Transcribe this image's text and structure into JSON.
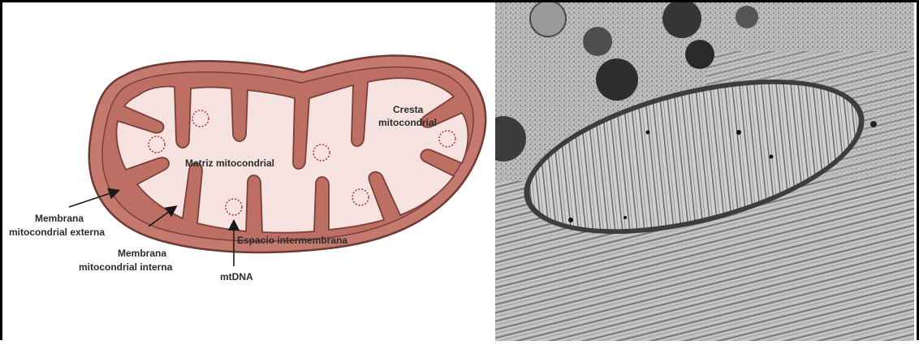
{
  "diagram": {
    "labels": {
      "cresta_line1": "Cresta",
      "cresta_line2": "mitocondrial",
      "matriz": "Matriz mitocondrial",
      "membrana_externa_line1": "Membrana",
      "membrana_externa_line2": "mitocondrial externa",
      "membrana_interna_line1": "Membrana",
      "membrana_interna_line2": "mitocondrial interna",
      "mtdna": "mtDNA",
      "espacio": "Espacio intermembrana"
    },
    "colors": {
      "outer_membrane": "#c47a6f",
      "outer_stroke": "#6e3a33",
      "matrix": "#f6e3e0",
      "mtdna_ring": "#b5312e",
      "arrow": "#1a1a1a"
    }
  },
  "micrograph": {
    "description_icon": "electron-micrograph-image",
    "tone_dark": "#2a2a2a",
    "tone_mid": "#8c8c8c",
    "tone_light": "#d4d4d4"
  }
}
